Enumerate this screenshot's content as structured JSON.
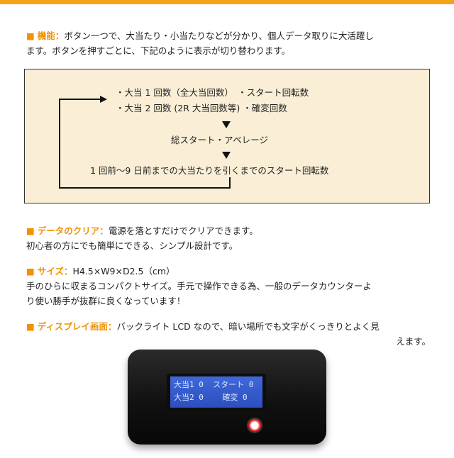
{
  "section1": {
    "marker": "■",
    "label": "機能：",
    "text_line1": "ボタン一つで、大当たり・小当たりなどが分かり、個人データ取りに大活躍し",
    "text_line2": "ます。ボタンを押すごとに、下記のように表示が切り替わります。"
  },
  "diagram": {
    "row1": "・大当 1 回数（全大当回数）　・スタート回転数",
    "row2": "・大当 2 回数 (2R 大当回数等) ・確変回数",
    "row3": "総スタート・アベレージ",
    "row4": "1 回前〜9 日前までの大当たりを引くまでのスタート回転数"
  },
  "section2": {
    "marker": "■",
    "label": "データのクリア：",
    "text_line1": "電源を落とすだけでクリアできます。",
    "text_line2": "初心者の方にでも簡単にできる、シンプル設計です。"
  },
  "section3": {
    "marker": "■",
    "label": "サイズ：",
    "text_line1": "H4.5×W9×D2.5（cm）",
    "text_line2": "手のひらに収まるコンパクトサイズ。手元で操作できる為、一般のデータカウンターよ",
    "text_line3": "り使い勝手が抜群に良くなっています！"
  },
  "section4": {
    "marker": "■",
    "label": "ディスプレイ画面：",
    "text_line1": "バックライト LCD なので、暗い場所でも文字がくっきりとよく見",
    "text_line2": "えます。"
  },
  "device": {
    "lcd_line1": "大当1 0  スタート 0",
    "lcd_line2": "大当2 0    確変 0"
  },
  "colors": {
    "accent": "#f29200",
    "box_bg": "#faefd6",
    "lcd": "#3f68d8"
  }
}
